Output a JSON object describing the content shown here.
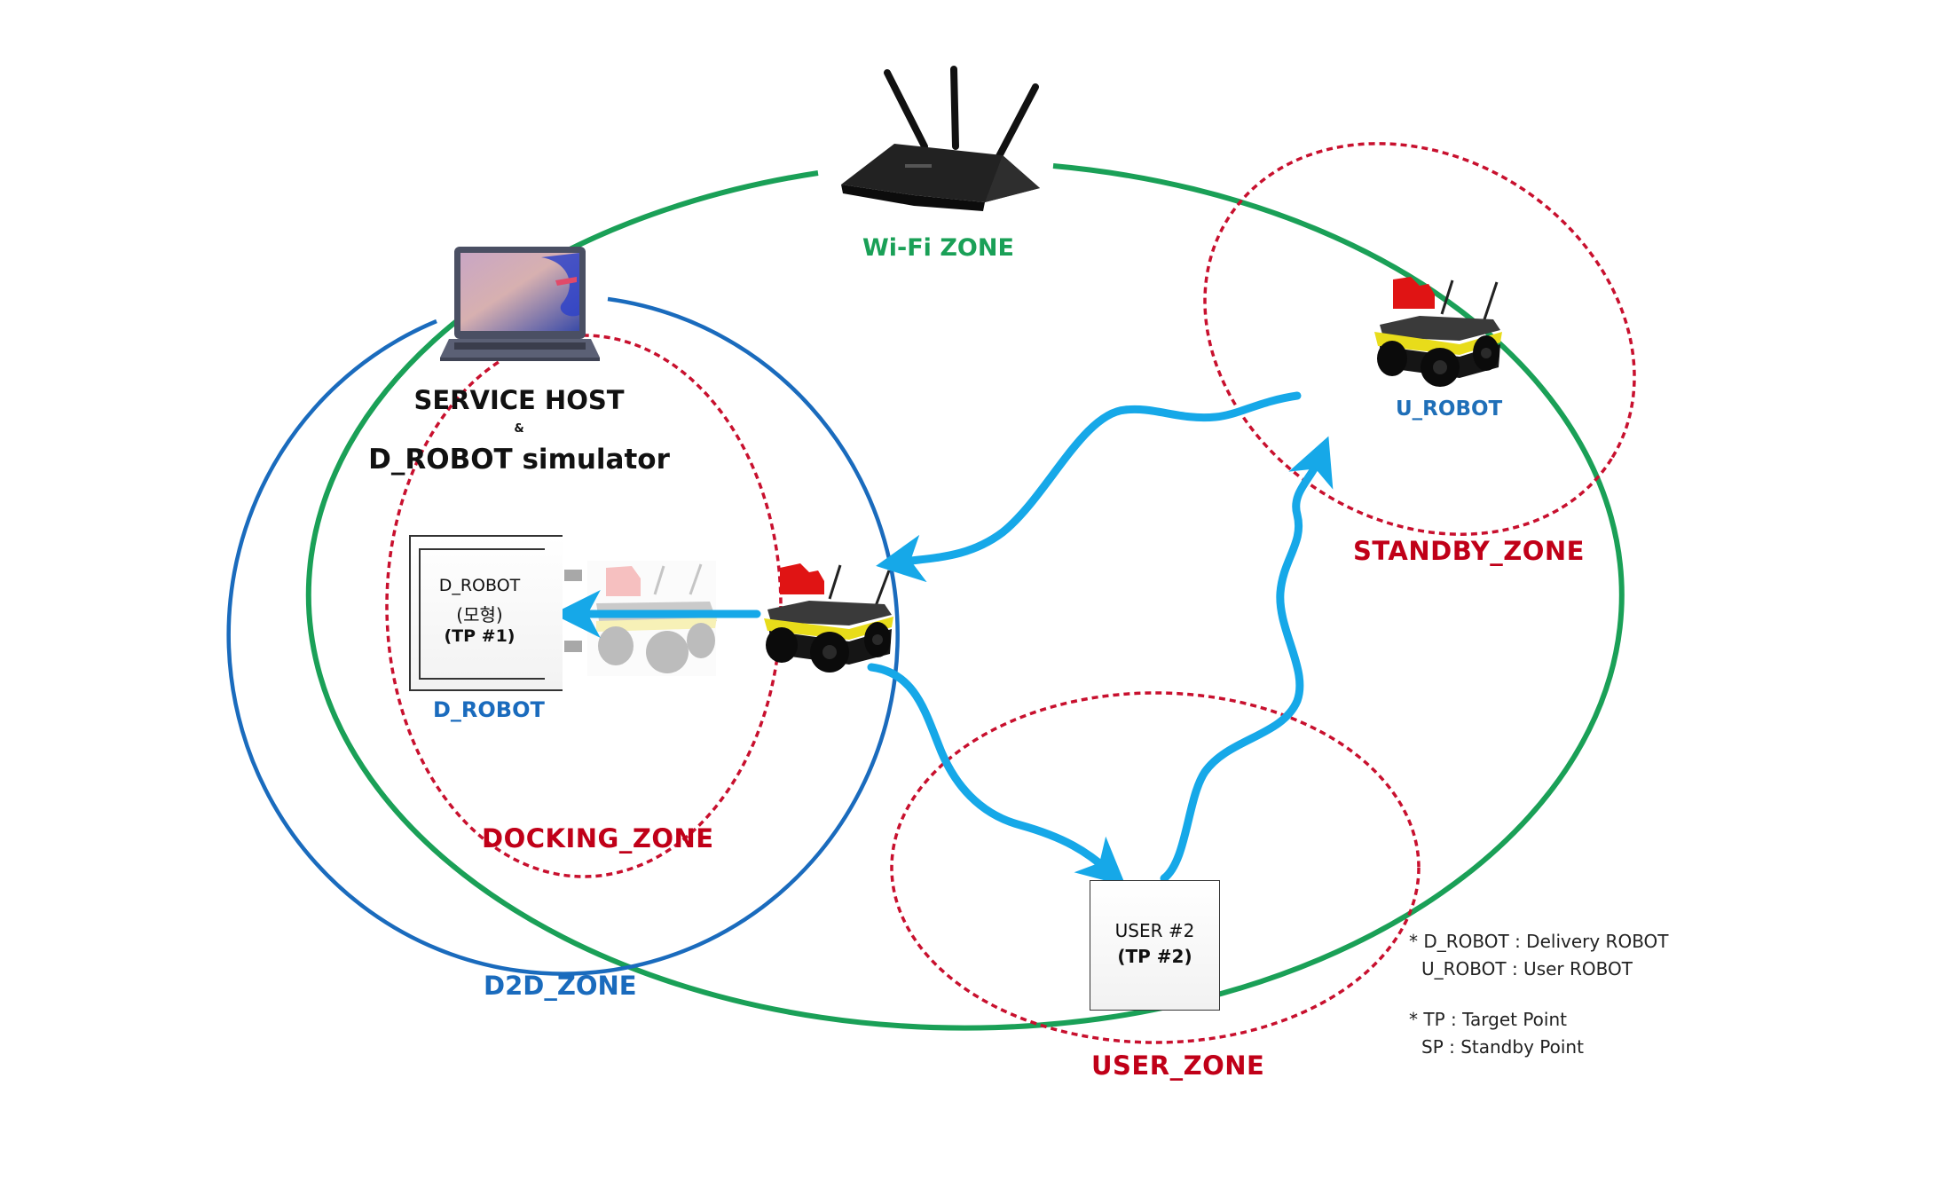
{
  "title": "Robot delivery service zone diagram",
  "nodes": {
    "router": {
      "icon": "wifi-router-icon",
      "label": "Wi-Fi ZONE"
    },
    "host": {
      "icon": "laptop-icon",
      "line1": "SERVICE HOST",
      "line2": "&",
      "line3": "D_ROBOT simulator"
    },
    "dock_box": {
      "line1": "D_ROBOT",
      "line2": "(모형)",
      "line3": "(TP #1)",
      "caption": "D_ROBOT"
    },
    "mid_robot": {
      "icon": "delivery-robot-icon"
    },
    "u_robot": {
      "icon": "user-robot-icon",
      "label": "U_ROBOT"
    },
    "user_box": {
      "line1": "USER #2",
      "line2": "(TP #2)"
    }
  },
  "zones": {
    "wifi": {
      "label": "Wi-Fi ZONE",
      "color": "#1aa057"
    },
    "d2d": {
      "label": "D2D_ZONE",
      "color": "#1a6bbd"
    },
    "docking": {
      "label": "DOCKING_ZONE",
      "color": "#c00018"
    },
    "standby": {
      "label": "STANDBY_ZONE",
      "color": "#c00018"
    },
    "user": {
      "label": "USER_ZONE",
      "color": "#c00018"
    }
  },
  "paths": {
    "color": "#16a8e8",
    "flows": [
      {
        "from": "U_ROBOT",
        "to": "D_ROBOT (D2D zone)"
      },
      {
        "from": "D_ROBOT (D2D zone)",
        "to": "D_ROBOT dock (TP #1)"
      },
      {
        "from": "D_ROBOT (D2D zone)",
        "to": "USER #2 (TP #2)"
      },
      {
        "from": "USER #2 (TP #2)",
        "to": "U_ROBOT"
      }
    ]
  },
  "legend": {
    "line1": "* D_ROBOT : Delivery ROBOT",
    "line2": "U_ROBOT : User ROBOT",
    "line3": "* TP : Target Point",
    "line4": "SP :  Standby Point"
  }
}
